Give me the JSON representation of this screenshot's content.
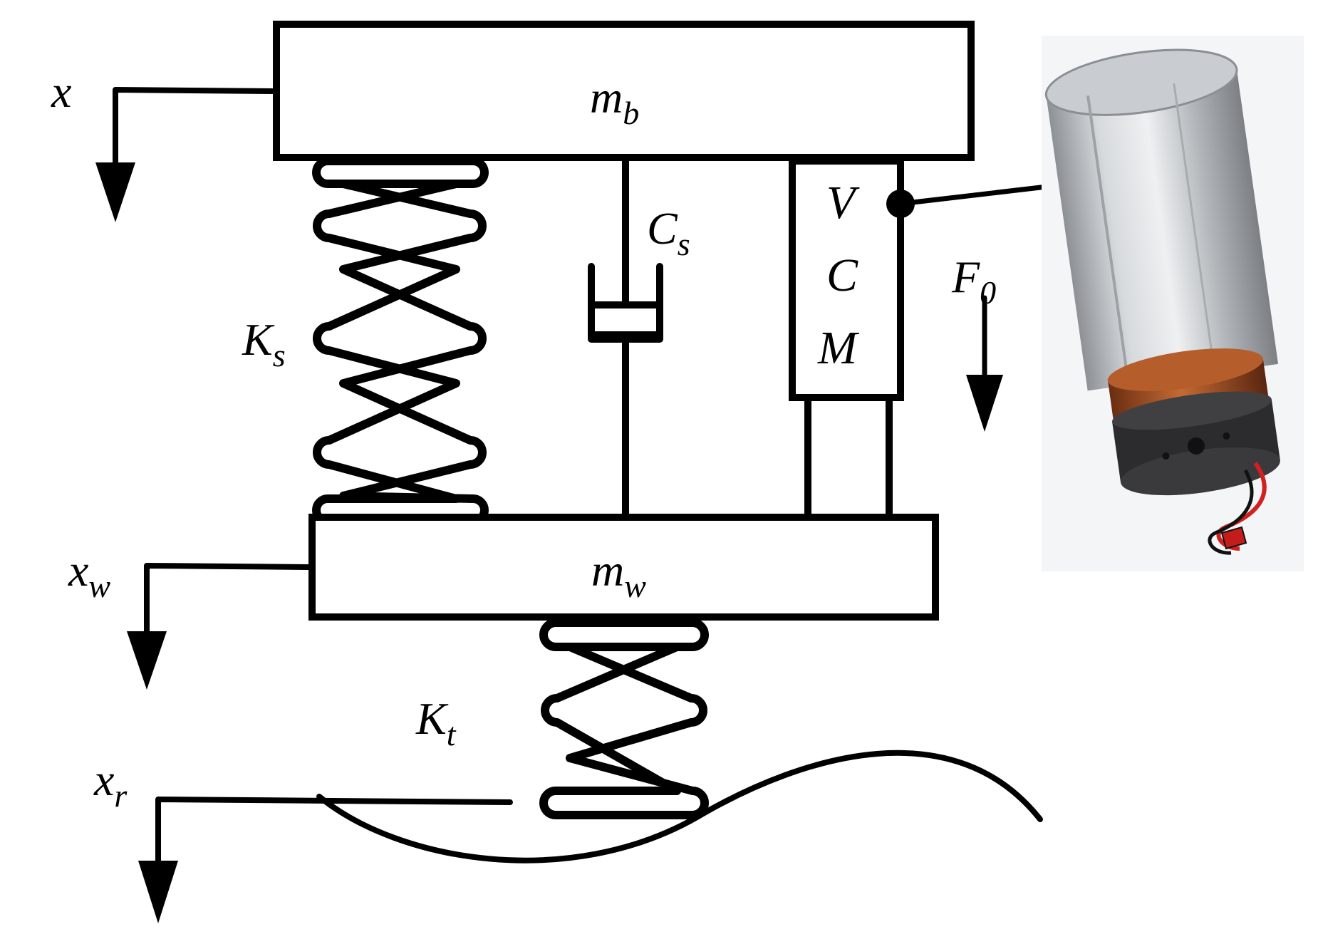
{
  "labels": {
    "x": {
      "base": "x",
      "sub": ""
    },
    "mb": {
      "base": "m",
      "sub": "b"
    },
    "cs": {
      "base": "C",
      "sub": "s"
    },
    "ks": {
      "base": "K",
      "sub": "s"
    },
    "vcm_v": "V",
    "vcm_c": "C",
    "vcm_m": "M",
    "f0": {
      "base": "F",
      "sub": "0"
    },
    "xw": {
      "base": "x",
      "sub": "w"
    },
    "mw": {
      "base": "m",
      "sub": "w"
    },
    "kt": {
      "base": "K",
      "sub": "t"
    },
    "xr": {
      "base": "x",
      "sub": "r"
    }
  },
  "colors": {
    "line": "#000000",
    "motor_body": "#b9bcc0",
    "motor_coil": "#9a4a22",
    "motor_base": "#2c2c2e",
    "wire_red": "#d21f1f"
  }
}
